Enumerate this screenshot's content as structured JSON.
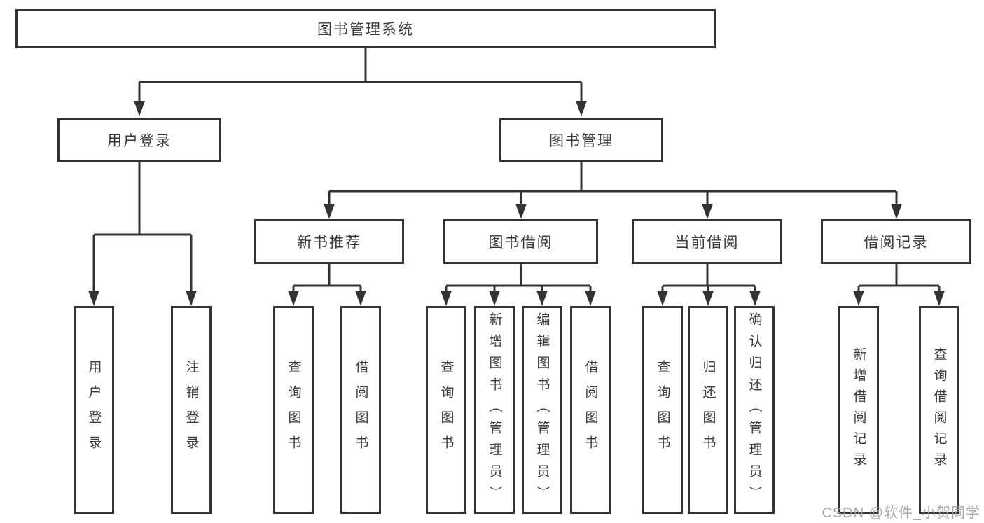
{
  "tree": {
    "root": "图书管理系统",
    "branches": [
      {
        "label": "用户登录",
        "children": [
          "用户登录",
          "注销登录"
        ]
      },
      {
        "label": "图书管理",
        "children": [
          {
            "label": "新书推荐",
            "children": [
              "查询图书",
              "借阅图书"
            ]
          },
          {
            "label": "图书借阅",
            "children": [
              "查询图书",
              "新增图书（管理员）",
              "编辑图书（管理员）",
              "借阅图书"
            ]
          },
          {
            "label": "当前借阅",
            "children": [
              "查询图书",
              "归还图书",
              "确认归还（管理员）"
            ]
          },
          {
            "label": "借阅记录",
            "children": [
              "新增借阅记录",
              "查询借阅记录"
            ]
          }
        ]
      }
    ]
  },
  "watermark": "CSDN @软件_小贺同学",
  "colors": {
    "line": "#333333",
    "text": "#3a3a3a",
    "background": "#ffffff",
    "watermark": "#9e9e9e"
  }
}
